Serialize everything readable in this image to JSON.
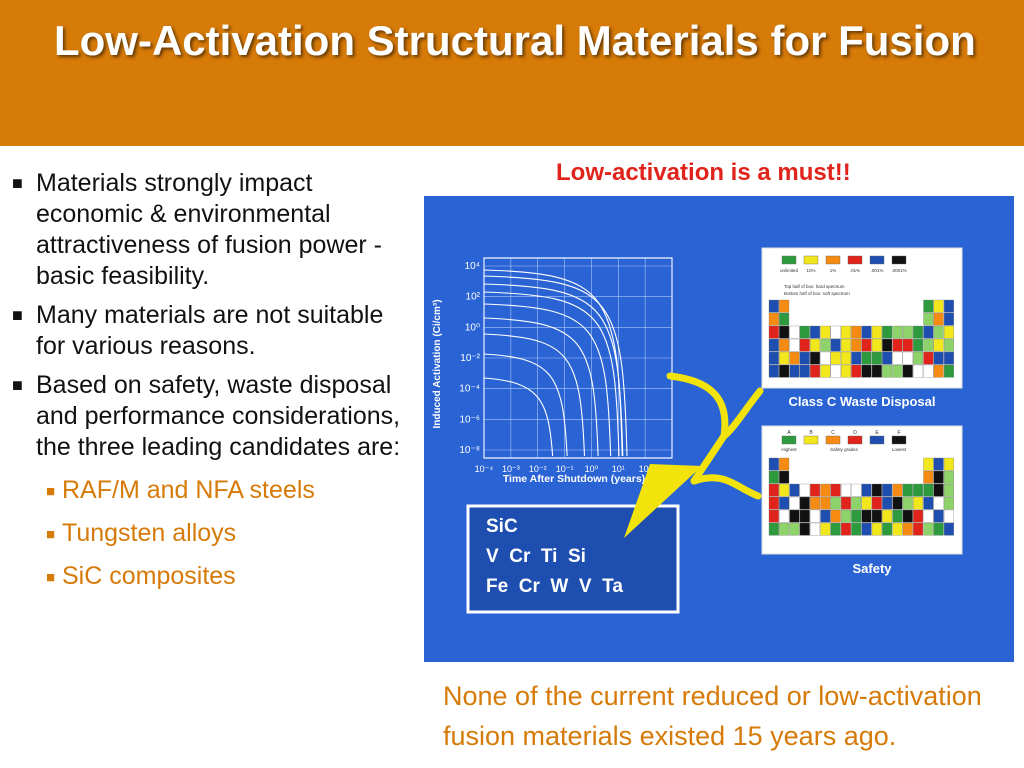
{
  "slide": {
    "title": "Low-Activation Structural Materials for Fusion",
    "callout": "Low-activation is a must!!",
    "bullets": [
      "Materials strongly impact economic & environmental attractiveness of fusion power - basic feasibility.",
      "Many materials are not suitable for various reasons.",
      "Based on safety, waste disposal and performance considerations, the three leading candidates are:"
    ],
    "sub_bullets": [
      "RAF/M and NFA steels",
      "Tungsten alloys",
      "SiC composites"
    ],
    "note": "None of the current reduced or low-activation fusion materials existed 15 years ago."
  },
  "figure": {
    "y_axis_label": "Induced Activation (Ci/cm³)",
    "x_axis_label": "Time After Shutdown (years)",
    "y_ticks": [
      "10⁴",
      "10²",
      "10⁰",
      "10⁻²",
      "10⁻⁴",
      "10⁻⁶",
      "10⁻⁸"
    ],
    "x_ticks": [
      "10⁻⁴",
      "10⁻³",
      "10⁻²",
      "10⁻¹",
      "10⁰",
      "10¹",
      "10²",
      "10³"
    ],
    "candidates": [
      "SiC",
      "V  Cr  Ti  Si",
      "Fe  Cr  W  V  Ta"
    ],
    "panel1_caption": "Class C Waste Disposal",
    "panel2_caption": "Safety",
    "panel1_legend": [
      "unlimited",
      "10%",
      "1%",
      ".01%",
      ".001%",
      ".0001%"
    ],
    "panel1_note1": "Top half of box: hard spectrum",
    "panel1_note2": "Bottom half of box: soft spectrum",
    "panel2_legend_letters": [
      "A",
      "B",
      "C",
      "D",
      "E",
      "F"
    ],
    "panel2_legend_words": [
      "Highest",
      "Safety grades",
      "Lowest"
    ],
    "colors": {
      "header": "#d67a08",
      "figure_bg": "#2a63d4",
      "candidate_box": "#1e4fb0",
      "arrow": "#f2e30c",
      "callout": "#e0231b",
      "sub_bullet": "#d67a08",
      "cell_palette": [
        "#2e9a3e",
        "#f2e61c",
        "#e0231b",
        "#1e4fb0",
        "#f58b12",
        "#ffffff",
        "#111111",
        "#8ed36a"
      ]
    }
  }
}
